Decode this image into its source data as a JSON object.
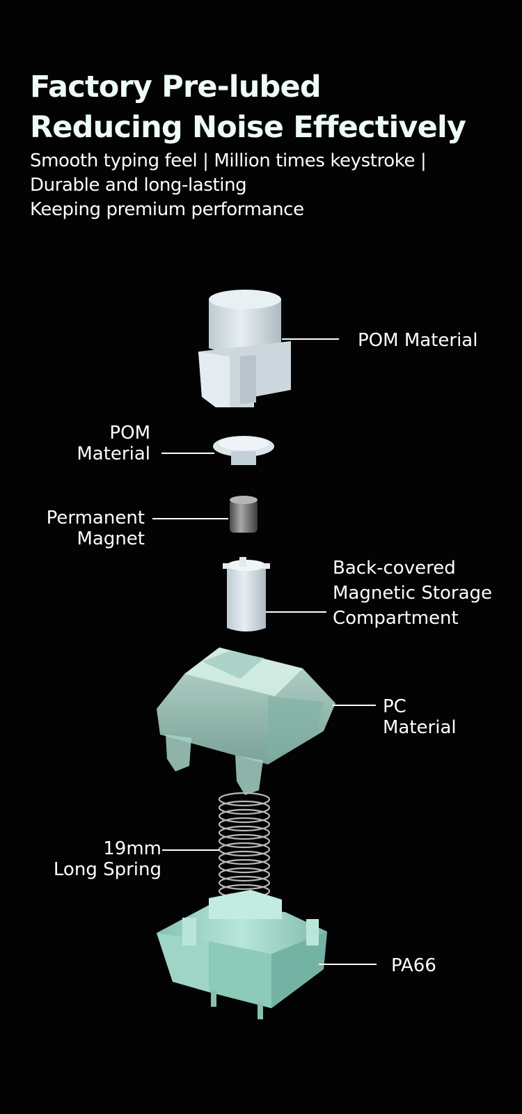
{
  "headline": {
    "line1": "Factory Pre-lubed",
    "line2": "Reducing Noise Effectively"
  },
  "subtitle": {
    "line1": "Smooth typing feel | Million times keystroke |",
    "line2": "Durable and long-lasting",
    "line3": "Keeping premium performance"
  },
  "parts": [
    {
      "name": "stem",
      "label": [
        "POM Material"
      ]
    },
    {
      "name": "stem-cap",
      "label": [
        "POM",
        "Material"
      ]
    },
    {
      "name": "magnet",
      "label": [
        "Permanent",
        "Magnet"
      ]
    },
    {
      "name": "magnet-compartment",
      "label": [
        "Back-covered",
        "Magnetic Storage",
        "Compartment"
      ]
    },
    {
      "name": "top-housing",
      "label": [
        "PC",
        "Material"
      ]
    },
    {
      "name": "spring",
      "label": [
        "19mm",
        "Long Spring"
      ]
    },
    {
      "name": "bottom-housing",
      "label": [
        "PA66"
      ]
    }
  ],
  "colors": {
    "background": "#030303",
    "text": "#ffffff",
    "pom": "#d9e4ea",
    "pc_transparent": "#b9ddd3",
    "pa66": "#a9dccf",
    "magnet": "#7a7a7a",
    "spring": "#b8b8b8"
  }
}
